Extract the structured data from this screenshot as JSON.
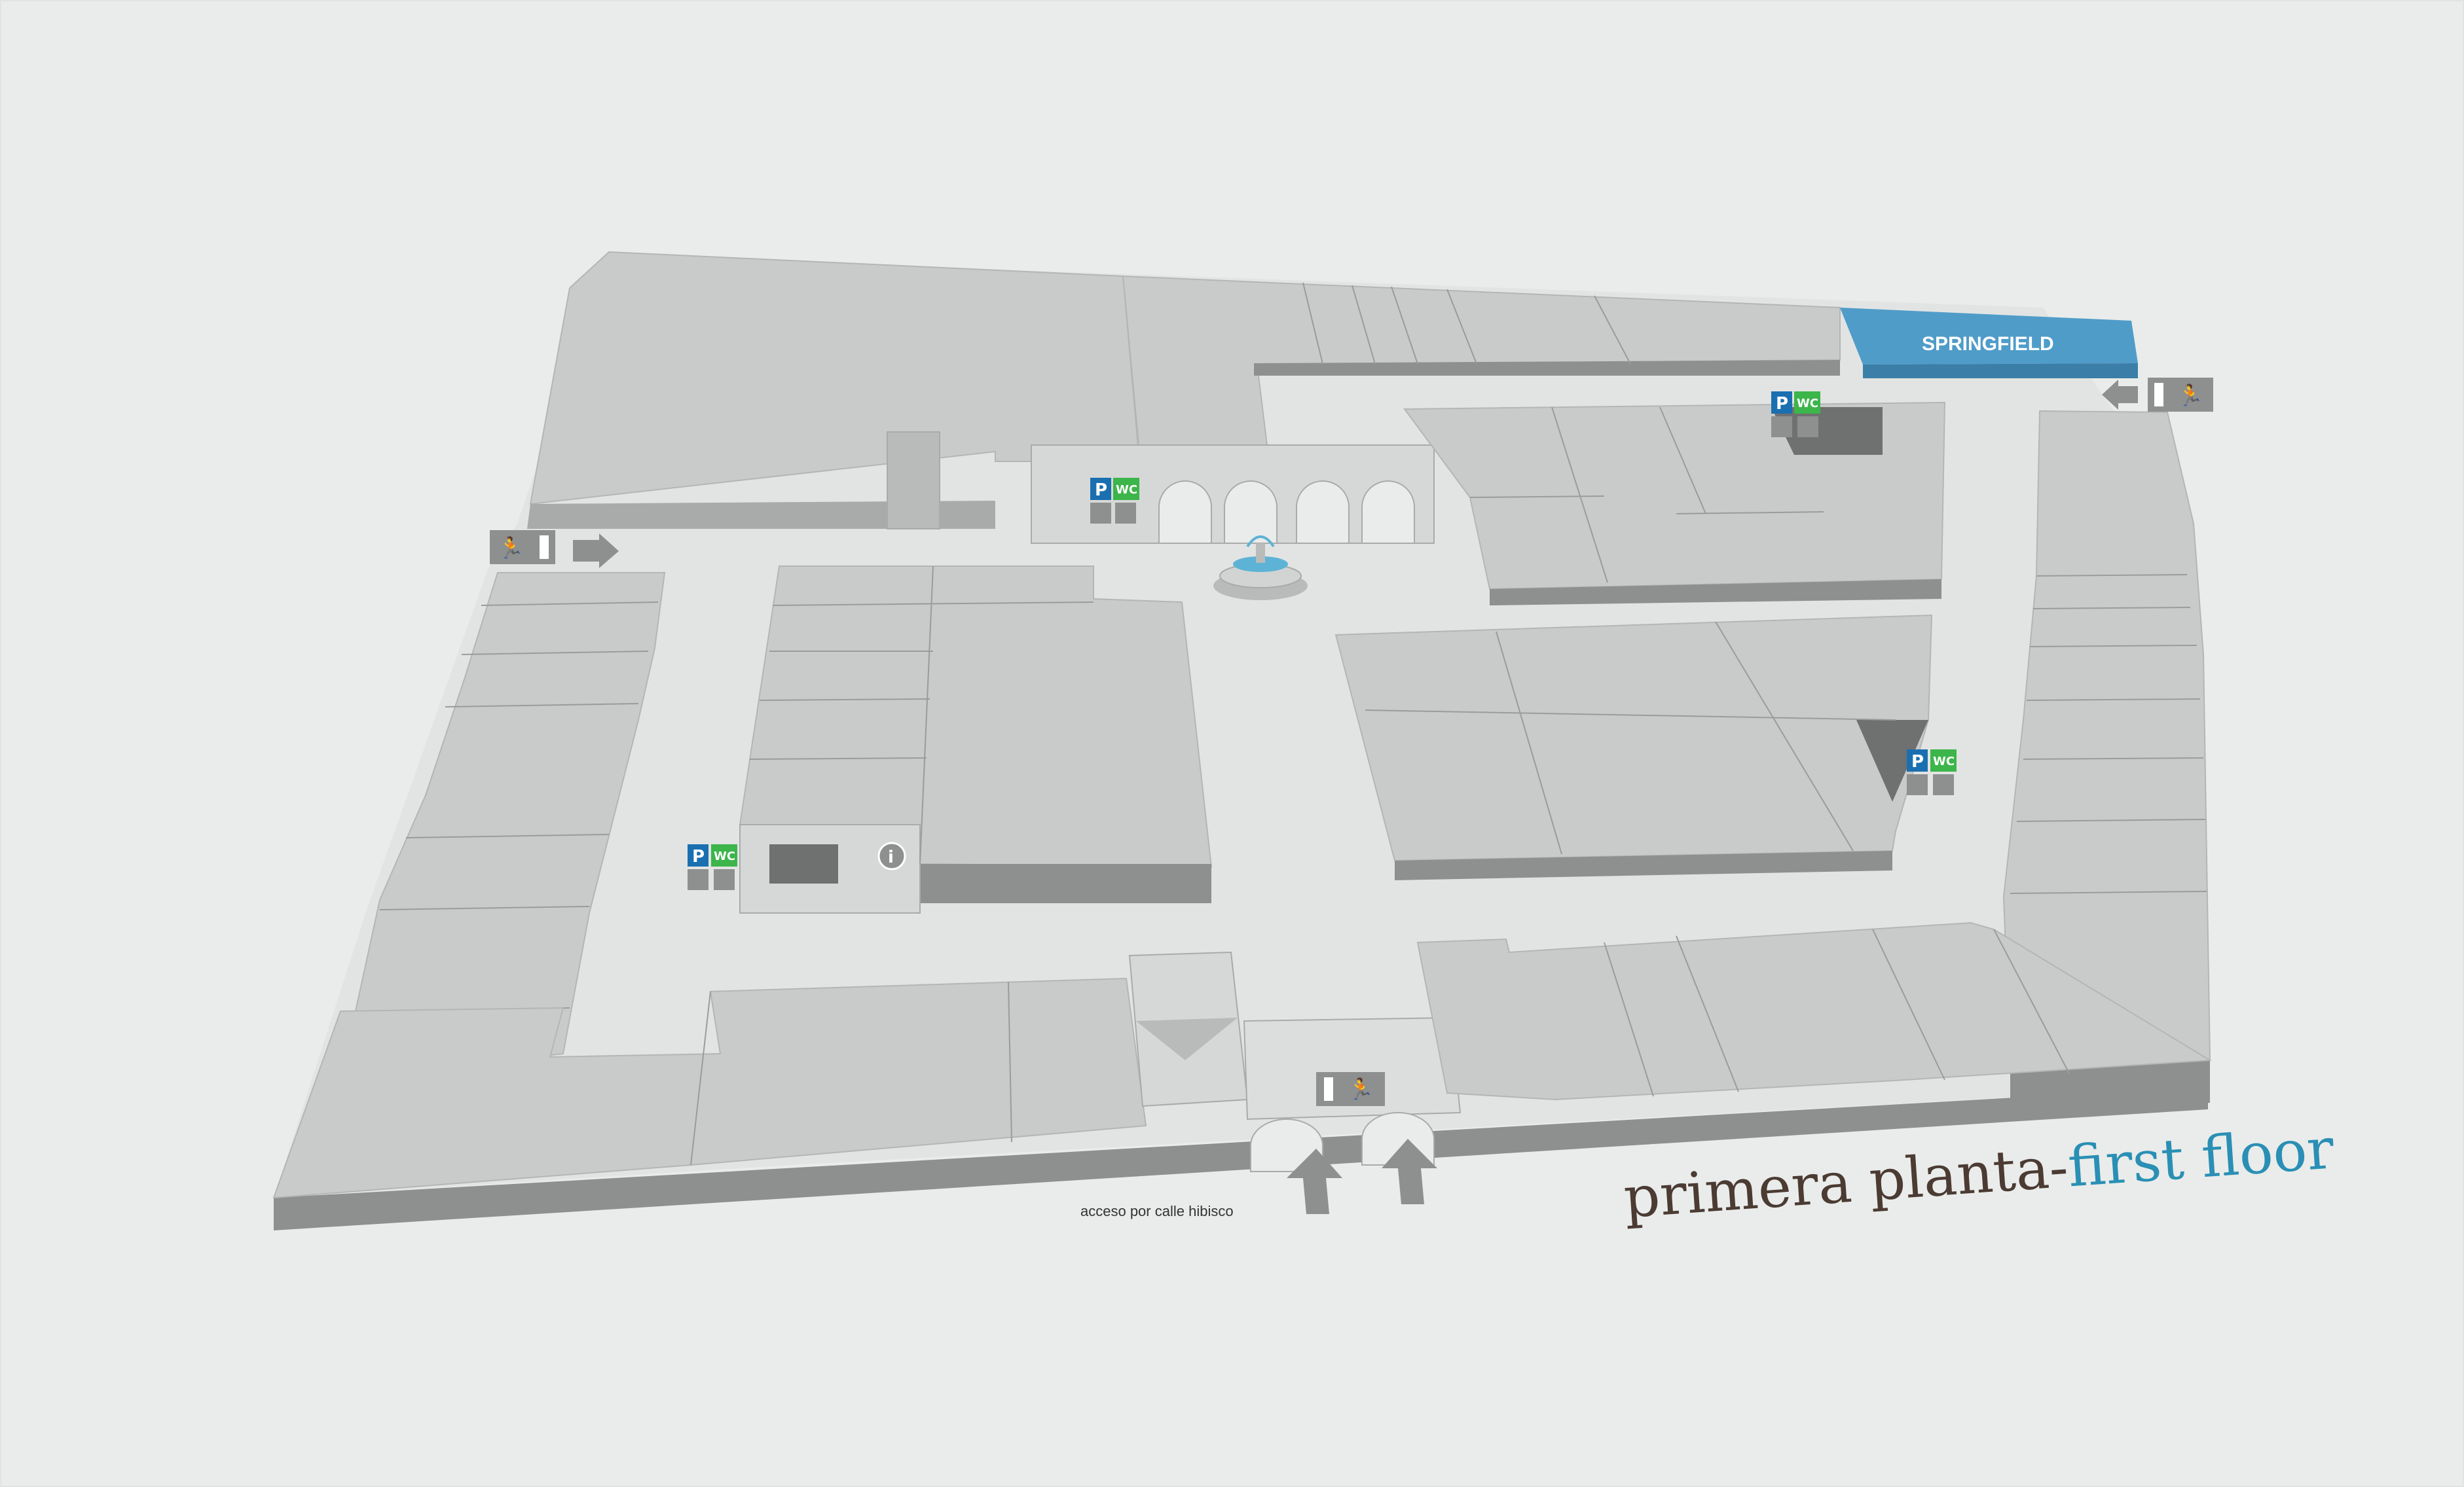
{
  "map": {
    "store_label": "SPRINGFIELD",
    "access_label": "acceso por calle hibisco",
    "title_es": "primera planta-",
    "title_en": "first floor",
    "colors": {
      "background": "#e9ecea",
      "roof": "#c9cbca",
      "floor": "#e2e4e3",
      "wall": "#8e8f8f",
      "springfield": "#4f9cc9",
      "title_es": "#4b3b33",
      "title_en": "#2a8fb5",
      "parking": "#1a6fb0",
      "wc": "#3cb54a"
    },
    "icons": {
      "parking": "P",
      "wc": "WC",
      "info": "i"
    }
  }
}
